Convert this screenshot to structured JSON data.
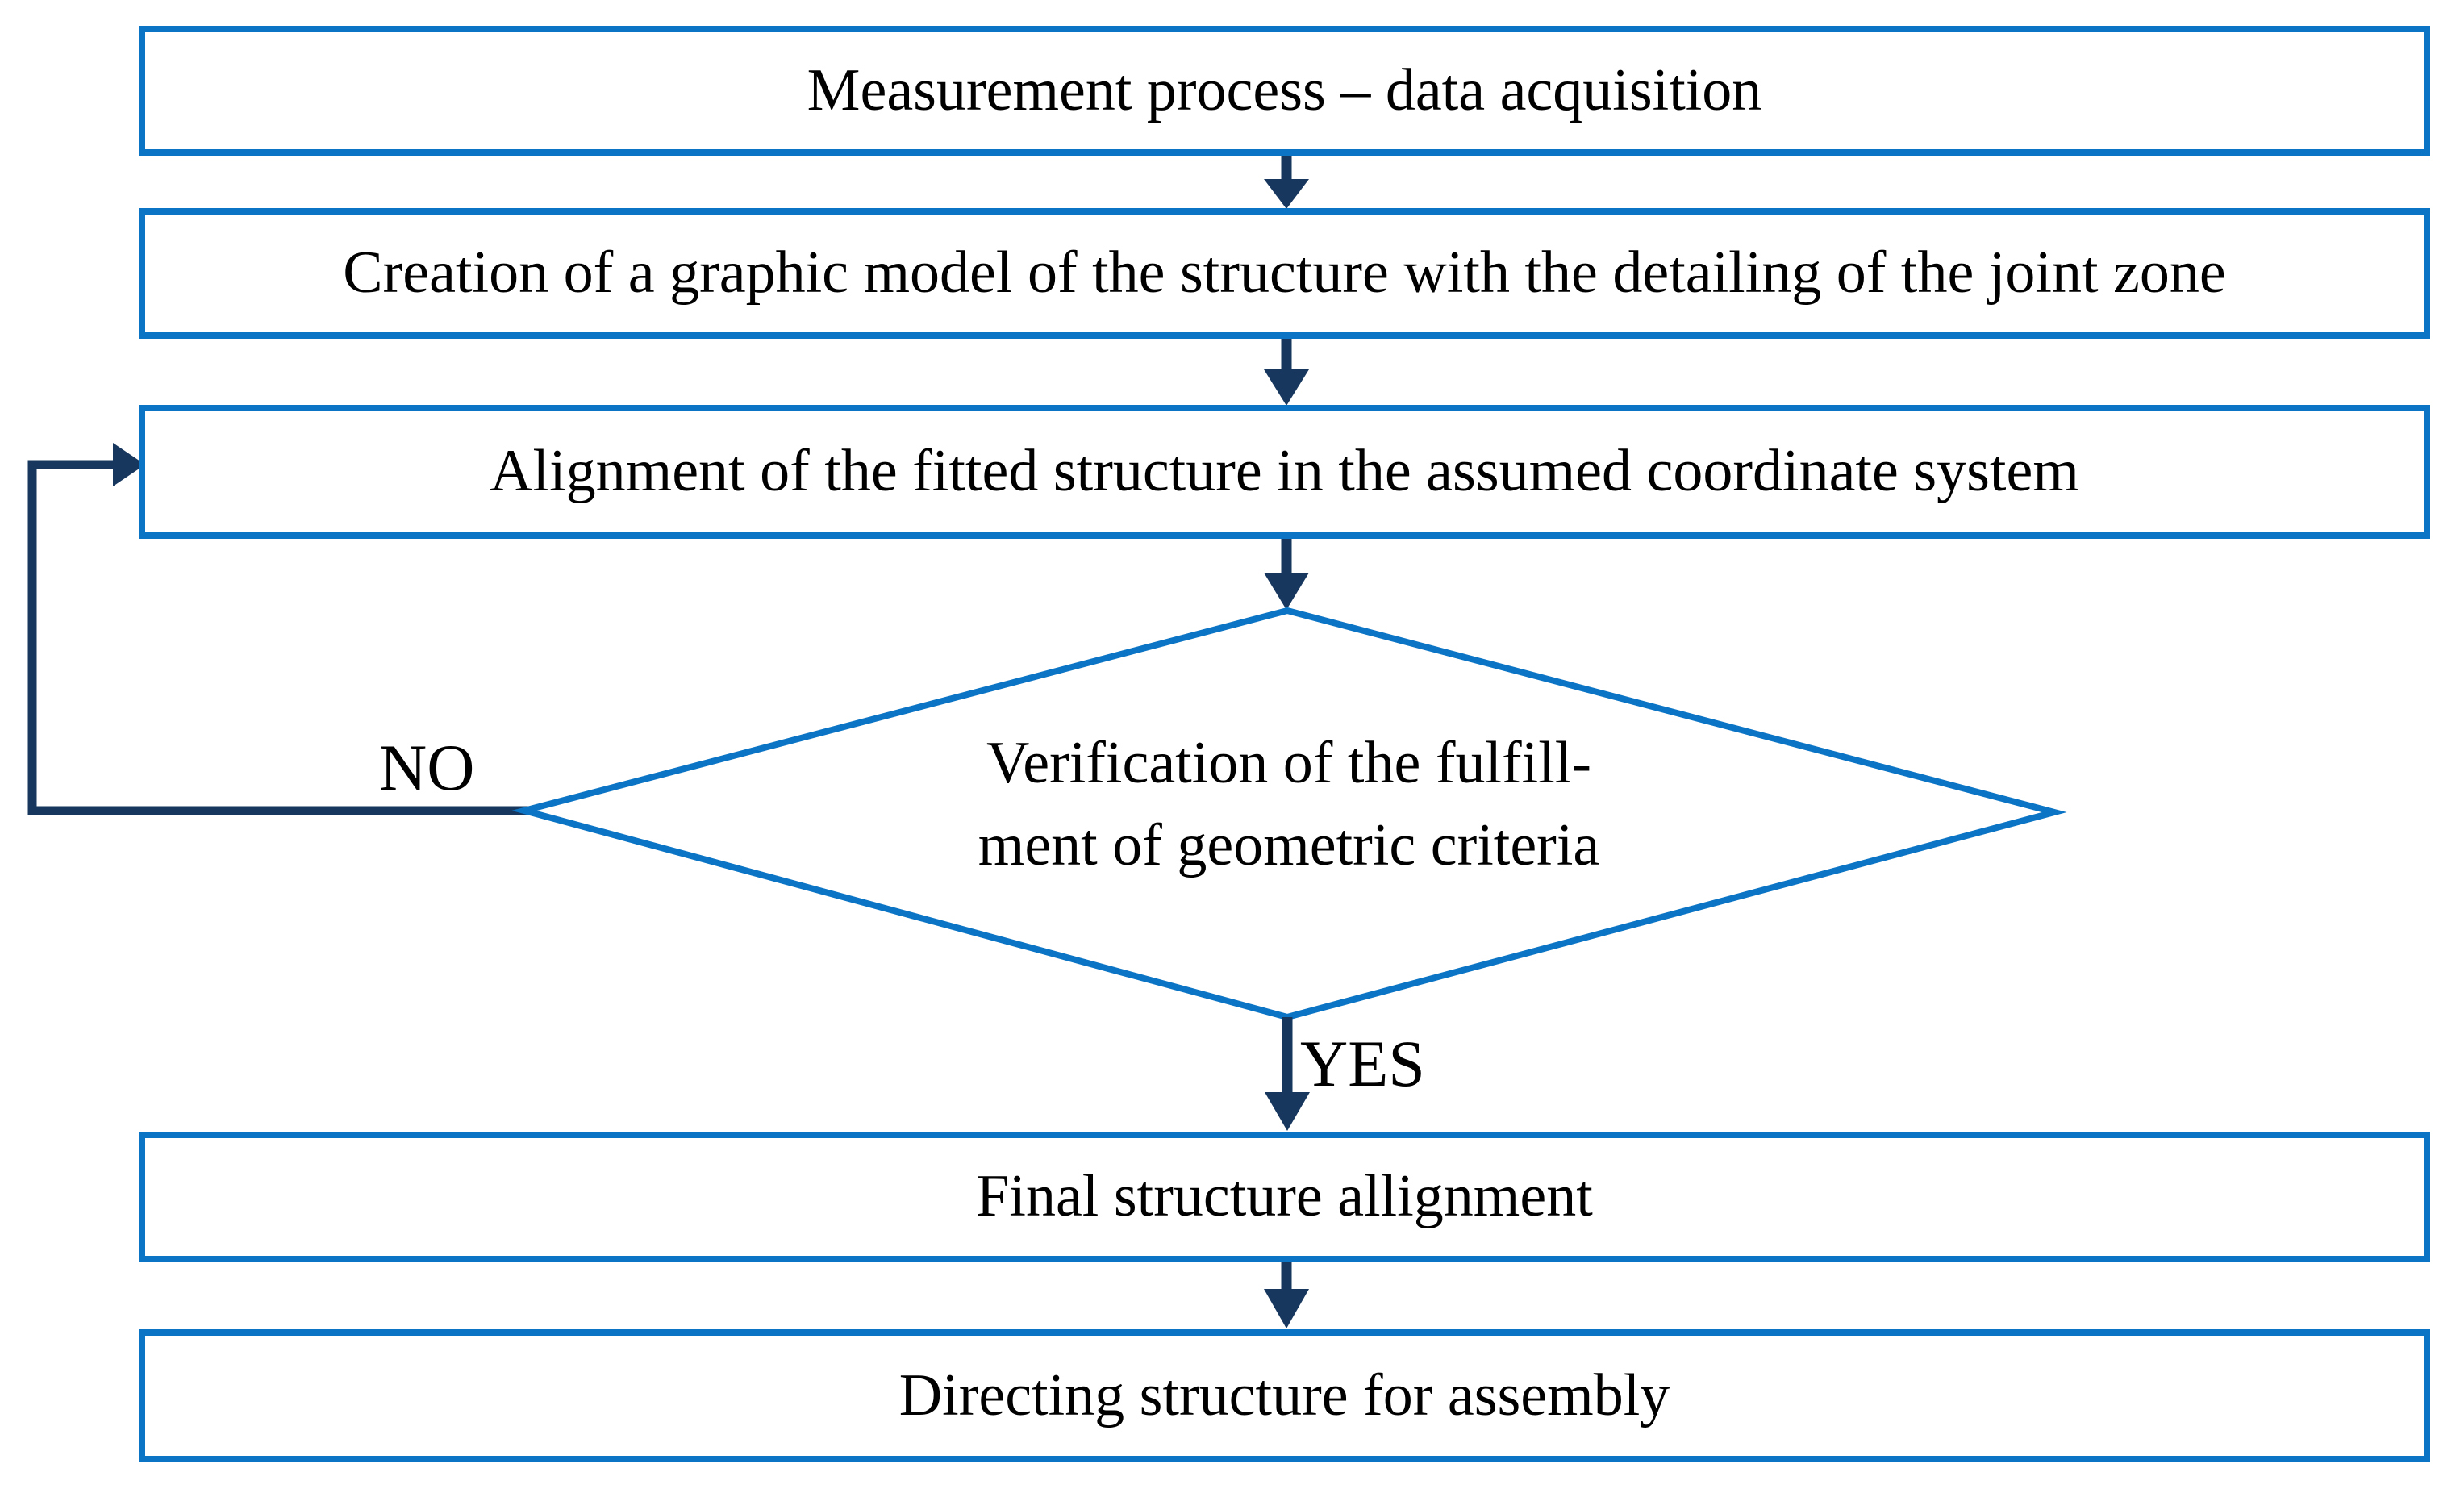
{
  "figure": {
    "type": "flowchart",
    "background": "#ffffff",
    "colors": {
      "box_border": "#0b74c4",
      "diamond_border": "#0b74c4",
      "arrow": "#17375e",
      "text": "#000000"
    },
    "boxes": [
      {
        "id": "box1",
        "label": "Measurement process – data acquisition"
      },
      {
        "id": "box2",
        "label": "Creation of a graphic model of the structure with the detailing of the joint zone"
      },
      {
        "id": "box3",
        "label": "Alignment of the fitted structure in the assumed coordinate system"
      },
      {
        "id": "box4",
        "label": "Final structure allignment"
      },
      {
        "id": "box5",
        "label": "Directing structure for assembly"
      }
    ],
    "decision": {
      "line1": "Verification of the fulfill-",
      "line2": "ment of geometric criteria"
    },
    "labels": {
      "no": "NO",
      "yes": "YES"
    }
  }
}
